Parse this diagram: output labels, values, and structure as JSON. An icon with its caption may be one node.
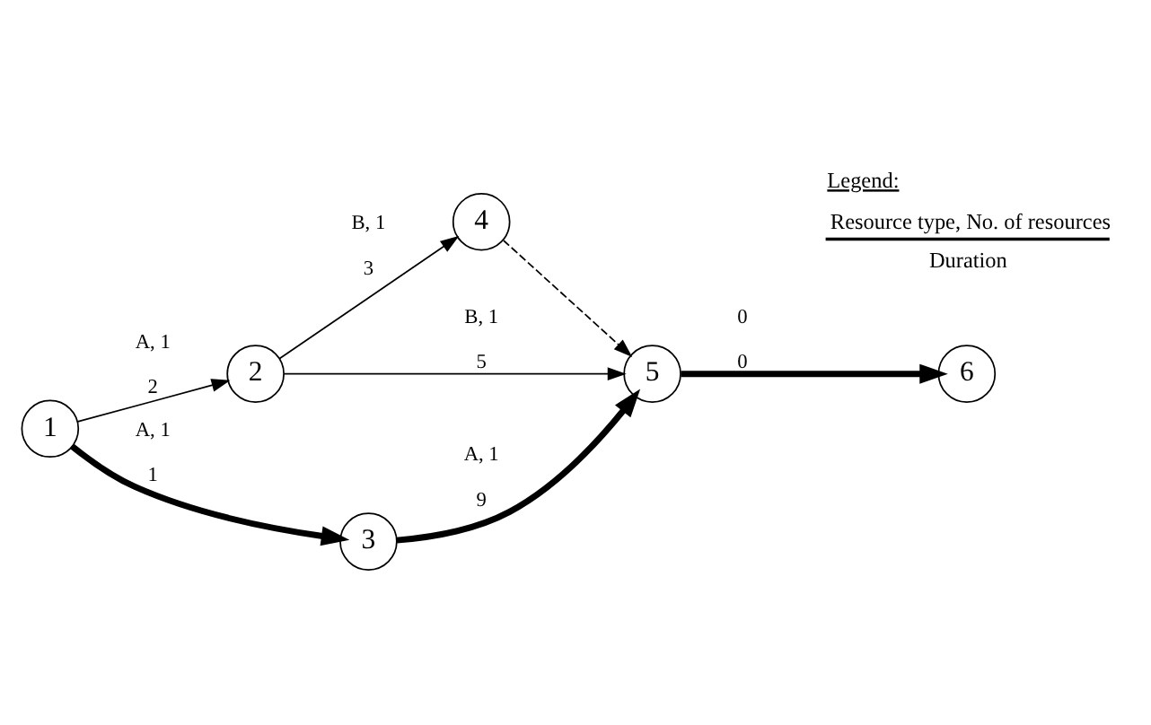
{
  "diagram": {
    "nodes": [
      {
        "text": [
          "1"
        ]
      },
      {
        "text": [
          "2"
        ]
      },
      {
        "text": [
          "3"
        ]
      },
      {
        "text": [
          "4"
        ]
      },
      {
        "text": [
          "5"
        ]
      },
      {
        "text": [
          "6"
        ]
      }
    ],
    "edges": [
      {
        "from": 0,
        "to": 1,
        "arrow": "to",
        "label": [
          "A, 1",
          "2"
        ]
      },
      {
        "from": 0,
        "to": 2,
        "arrow": "to",
        "style": "thick",
        "label": [
          "A, 1",
          "1"
        ]
      },
      {
        "from": 1,
        "to": 3,
        "arrow": "to",
        "label": [
          "B, 1",
          "3"
        ]
      },
      {
        "from": 1,
        "to": 4,
        "arrow": "to",
        "label": [
          "B, 1",
          "5"
        ]
      },
      {
        "from": 3,
        "to": 4,
        "arrow": "to",
        "style": "dashed"
      },
      {
        "from": 2,
        "to": 4,
        "arrow": "to",
        "style": "thick",
        "label": [
          "A, 1",
          "9"
        ]
      },
      {
        "from": 4,
        "to": 5,
        "arrow": "to",
        "style": "thick",
        "label": [
          "0",
          "0"
        ]
      }
    ],
    "labels": [
      "Legend:"
    ],
    "legend": [
      {
        "text": "Resource type, No. of resources"
      },
      {
        "text": "Duration"
      }
    ]
  }
}
